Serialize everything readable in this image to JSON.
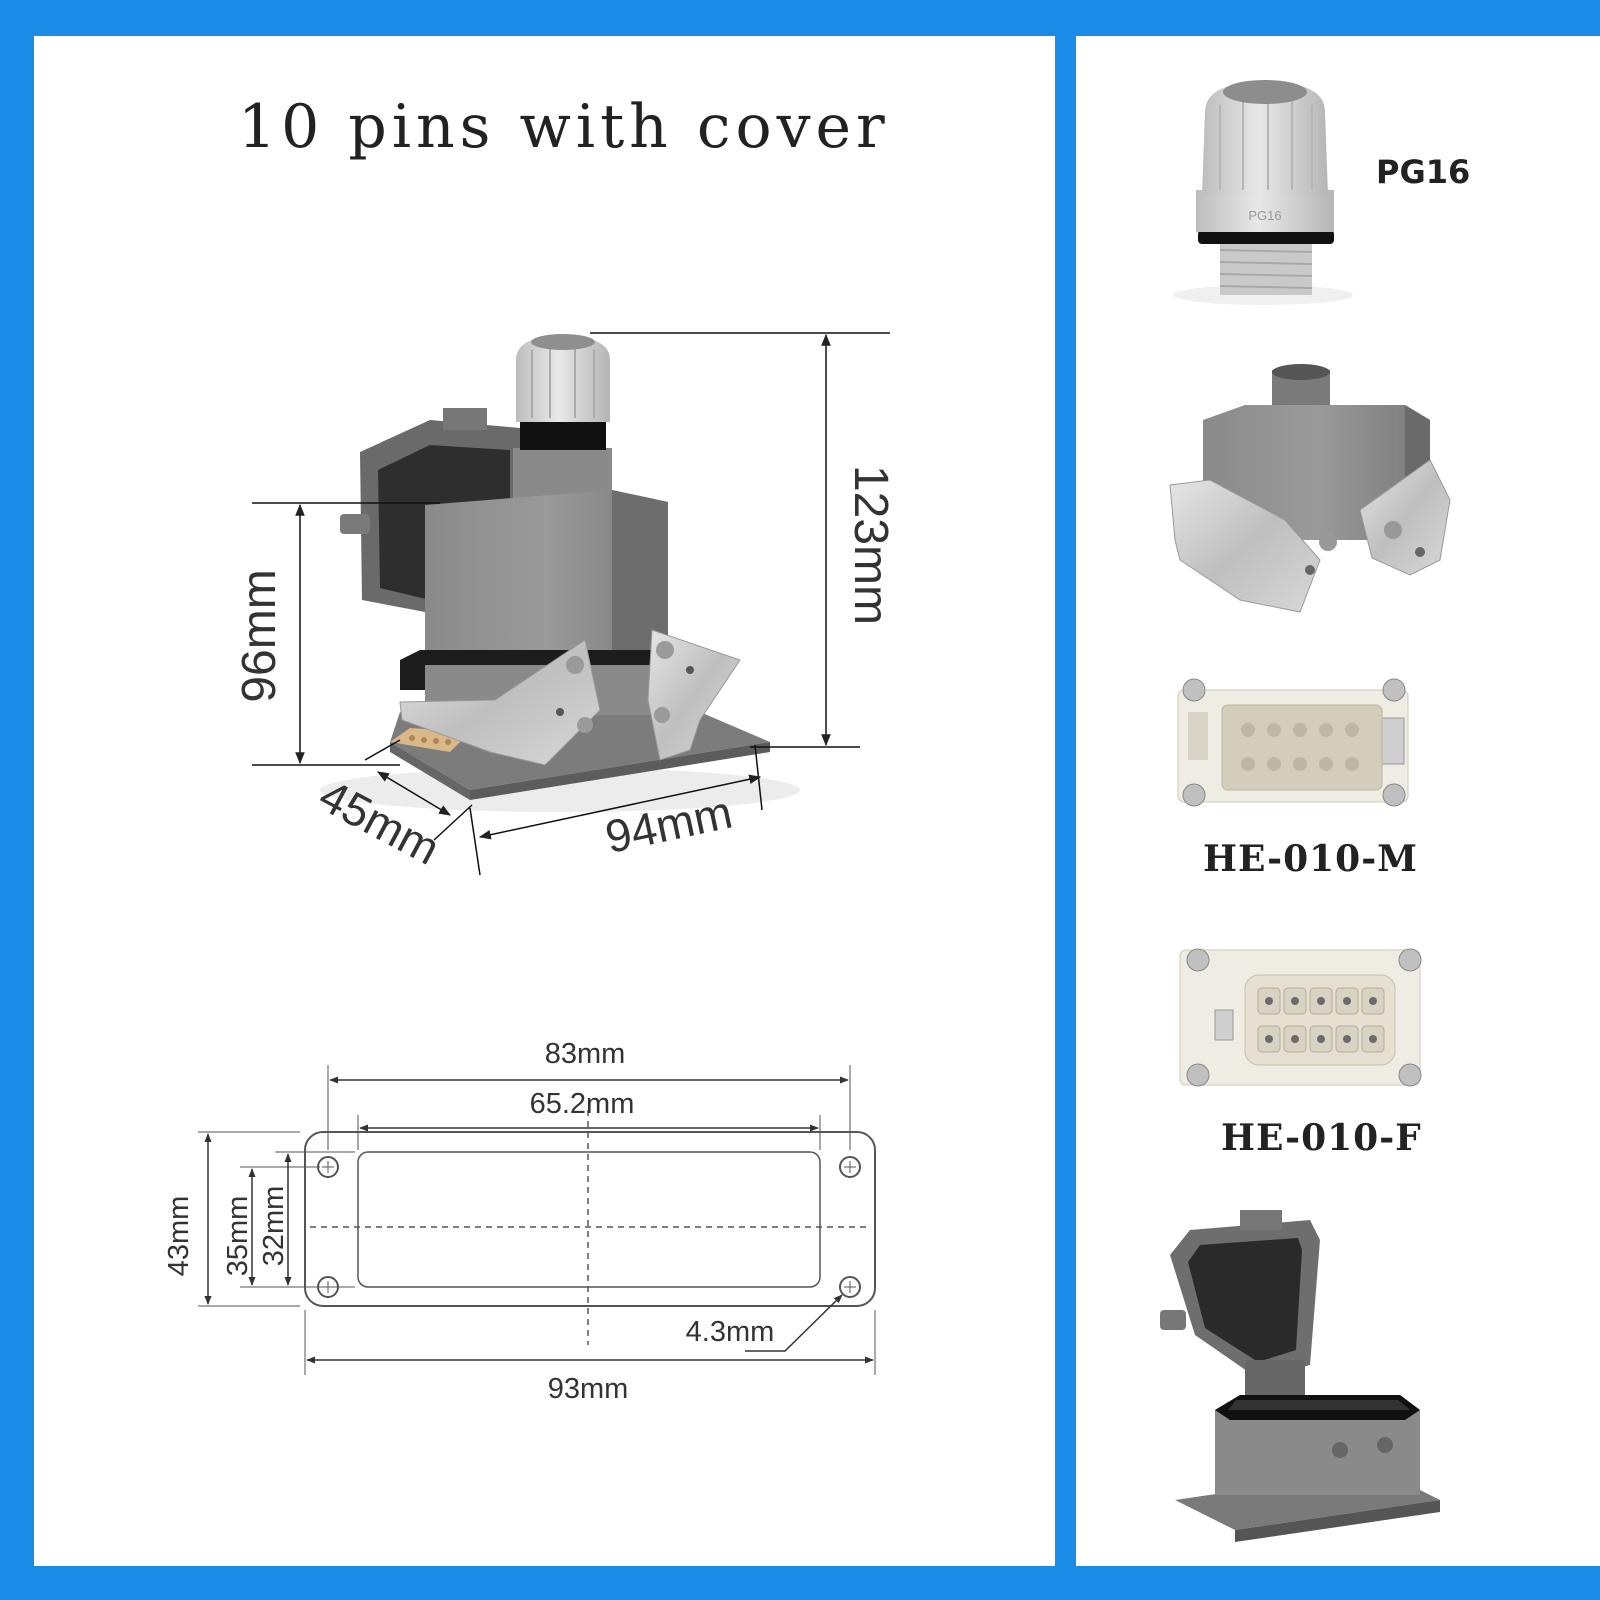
{
  "title": "10 pins with cover",
  "product_dimensions": {
    "height_total": "123mm",
    "height_body": "96mm",
    "width": "94mm",
    "depth": "45mm"
  },
  "base_drawing": {
    "outer_length_holes": "83mm",
    "inner_length": "65.2mm",
    "total_length": "93mm",
    "total_height": "43mm",
    "hole_spacing_height": "35mm",
    "inner_height": "32mm",
    "hole_diameter": "4.3mm"
  },
  "right_panel": {
    "gland_label": "PG16",
    "gland_marking": "PG16",
    "male_insert_label": "HE-010-M",
    "female_insert_label": "HE-010-F"
  },
  "colors": {
    "border_blue": "#1a8be6",
    "housing_gray": "#7f7f7f",
    "gland_light_gray": "#d9d9d9",
    "insert_ivory": "#efece3",
    "metal_silver": "#c9c9c9"
  }
}
